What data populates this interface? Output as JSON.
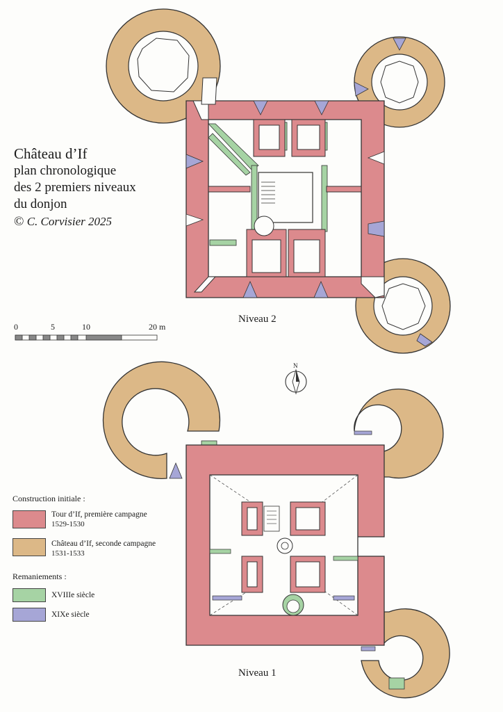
{
  "title": {
    "main": "Château d’If",
    "line1": "plan chronologique",
    "line2": "des 2 premiers niveaux",
    "line3": "du donjon",
    "copyright_symbol": "©",
    "author": "C. Corvisier 2025"
  },
  "levels": {
    "upper": "Niveau 2",
    "lower": "Niveau 1"
  },
  "scale": {
    "ticks": [
      "0",
      "5",
      "10",
      "20 m"
    ]
  },
  "compass": {
    "label": "N"
  },
  "legend": {
    "initial_heading": "Construction initiale :",
    "entries": [
      {
        "label": "Tour d’If, première campagne",
        "period": "1529-1530",
        "color": "#dc8a8d"
      },
      {
        "label": "Château d’If, seconde campagne",
        "period": "1531-1533",
        "color": "#dcb887"
      }
    ],
    "remodel_heading": "Remaniements :",
    "remodels": [
      {
        "label": "XVIIIe siècle",
        "color": "#a6d3a4"
      },
      {
        "label": "XIXe siècle",
        "color": "#a6a6d6"
      }
    ]
  },
  "colors": {
    "tour": "#dc8a8d",
    "chateau": "#dcb887",
    "c18": "#a6d3a4",
    "c19": "#a6a6d6",
    "ink": "#333333"
  }
}
